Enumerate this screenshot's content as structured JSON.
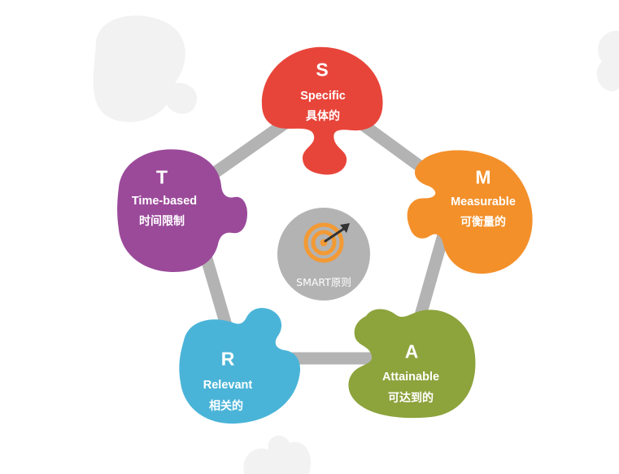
{
  "center": {
    "label": "SMART原则",
    "icon": "target-dart-icon",
    "color": "#b3b3b3",
    "icon_color": "#f39a34"
  },
  "pieces": [
    {
      "key": "s",
      "letter": "S",
      "english": "Specific",
      "chinese": "具体的",
      "color": "#e8453a"
    },
    {
      "key": "m",
      "letter": "M",
      "english": "Measurable",
      "chinese": "可衡量的",
      "color": "#f3902a"
    },
    {
      "key": "a",
      "letter": "A",
      "english": "Attainable",
      "chinese": "可达到的",
      "color": "#8da33c"
    },
    {
      "key": "r",
      "letter": "R",
      "english": "Relevant",
      "chinese": "相关的",
      "color": "#4ab4d8"
    },
    {
      "key": "t",
      "letter": "T",
      "english": "Time-based",
      "chinese": "时间限制",
      "color": "#9b4a9a"
    }
  ],
  "connector_color": "#b3b3b3"
}
